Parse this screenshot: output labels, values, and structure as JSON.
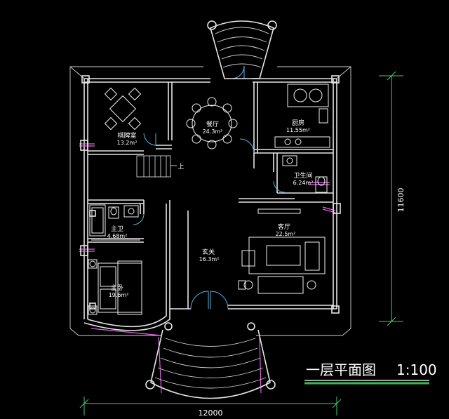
{
  "drawing": {
    "title": "一层平面图",
    "scale": "1:100",
    "dim_width": "12000",
    "dim_height": "11600"
  },
  "rooms": {
    "chess": {
      "name": "棋牌室",
      "area": "13.2m²"
    },
    "dining": {
      "name": "餐厅",
      "area": "24.3m²"
    },
    "kitchen": {
      "name": "厨房",
      "area": "11.55m²"
    },
    "bath": {
      "name": "卫生间",
      "area": "6.24m²"
    },
    "master_bath": {
      "name": "主卫",
      "area": "4.68m²"
    },
    "living": {
      "name": "客厅",
      "area": "22.5m²"
    },
    "foyer": {
      "name": "玄关",
      "area": "16.3m²"
    },
    "master_bed": {
      "name": "主卧",
      "area": "19.6m²"
    }
  },
  "stairs": {
    "up_label": "上"
  },
  "colors": {
    "wall": "#e6e6e6",
    "door": "#4fb8e8",
    "window": "#e060e0",
    "dimension": "#49c96a",
    "background": "#000000"
  }
}
